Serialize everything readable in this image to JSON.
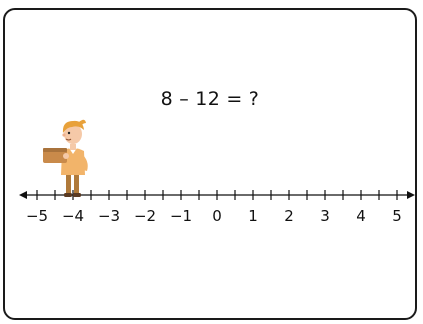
{
  "problem": {
    "left_operand": "8",
    "operator": "–",
    "right_operand": "12",
    "equals": "=",
    "unknown": "?"
  },
  "number_line": {
    "min": -5,
    "max": 5,
    "labels": [
      "−5",
      "−4",
      "−3",
      "−2",
      "−1",
      "0",
      "1",
      "2",
      "3",
      "4",
      "5"
    ],
    "minor_ticks_per_unit": 2,
    "line_color": "#111111"
  },
  "character": {
    "icon": "explorer-character-icon",
    "position_value": -4,
    "colors": {
      "hair": "#e8a13a",
      "skin": "#f5c9a8",
      "shirt": "#f2b46a",
      "pants": "#b07a3a",
      "book": "#c98a4a",
      "shoe": "#5a3a22"
    }
  }
}
